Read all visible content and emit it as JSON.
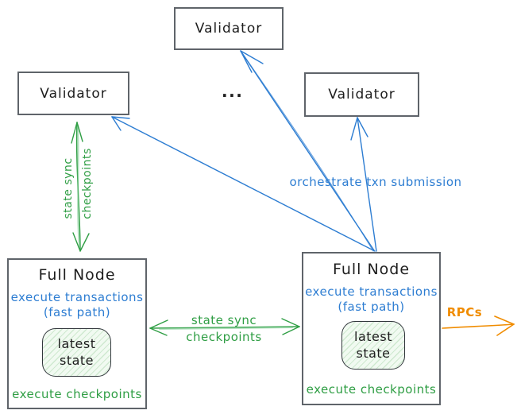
{
  "colors": {
    "blue": "#2d7dd2",
    "green": "#2f9e44",
    "green_light": "#74c98a",
    "orange": "#f08c00",
    "ink": "#1d1d1d",
    "box_border": "#5f646a",
    "state_border": "#33383d",
    "state_fill": "#f1faf1",
    "state_hatch": "#cfe9d0"
  },
  "nodes": {
    "validator_top": {
      "label": "Validator"
    },
    "validator_left": {
      "label": "Validator"
    },
    "validator_right": {
      "label": "Validator"
    },
    "ellipsis": "...",
    "full_node_left": {
      "title": "Full Node",
      "exec_line1": "execute transactions",
      "exec_line2": "(fast path)",
      "state_line1": "latest",
      "state_line2": "state",
      "footer": "execute checkpoints"
    },
    "full_node_right": {
      "title": "Full Node",
      "exec_line1": "execute transactions",
      "exec_line2": "(fast path)",
      "state_line1": "latest",
      "state_line2": "state",
      "footer": "execute checkpoints"
    }
  },
  "edges": {
    "left_state_sync": {
      "line1": "state sync",
      "line2": "checkpoints"
    },
    "middle_state_sync": {
      "line1": "state sync",
      "line2": "checkpoints"
    },
    "orchestrate": {
      "label": "orchestrate txn submission"
    },
    "rpcs": {
      "label": "RPCs"
    }
  }
}
